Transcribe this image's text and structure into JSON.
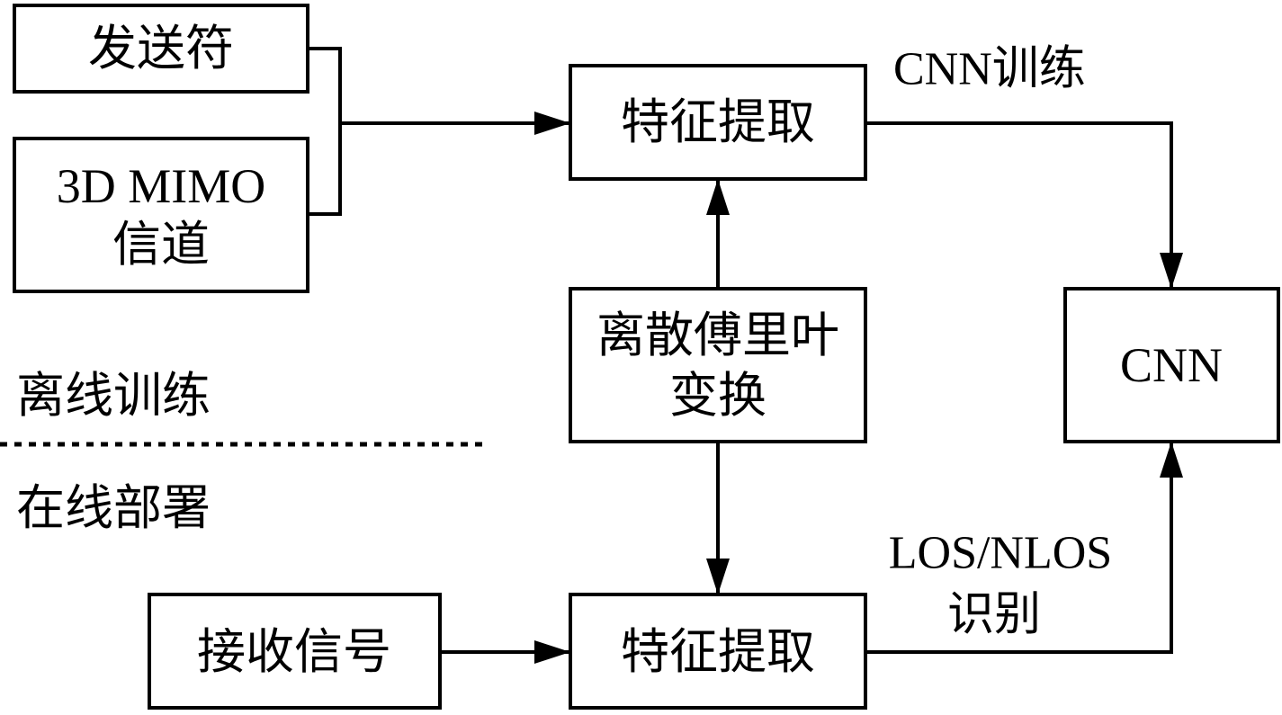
{
  "nodes": {
    "sender": {
      "label": "发送符"
    },
    "channel": {
      "line1": "3D MIMO",
      "line2": "信道"
    },
    "feature_top": {
      "label": "特征提取"
    },
    "dft": {
      "line1": "离散傅里叶",
      "line2": "变换"
    },
    "cnn": {
      "label": "CNN"
    },
    "received": {
      "label": "接收信号"
    },
    "feature_bottom": {
      "label": "特征提取"
    }
  },
  "edges": {
    "cnn_training": "CNN训练",
    "los_nlos_line1": "LOS/NLOS",
    "los_nlos_line2": "识别"
  },
  "sections": {
    "offline": "离线训练",
    "online": "在线部署"
  }
}
